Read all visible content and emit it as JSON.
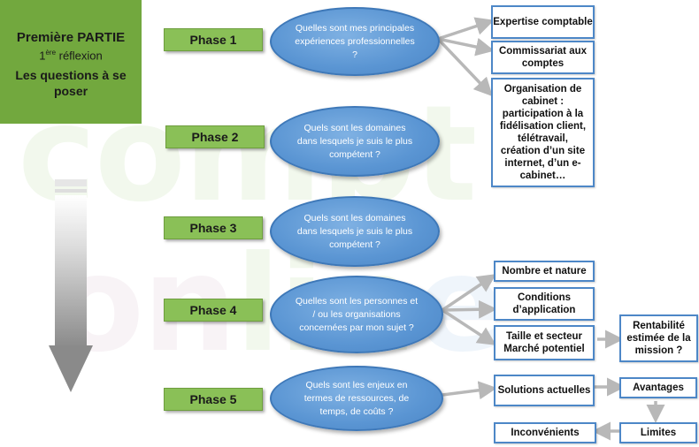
{
  "header": {
    "title": "Première PARTIE",
    "subtitle_num": "1",
    "subtitle_sup": "ère",
    "subtitle_rest": " réflexion",
    "questions": "Les questions à se poser"
  },
  "watermark": {
    "part_g": "compt",
    "part_p": "on",
    "part_l": "lin",
    "part_b": "e",
    "color": "#e8f4e0"
  },
  "phases": [
    {
      "label": "Phase 1",
      "question": "Quelles sont mes principales expériences professionnelles ?"
    },
    {
      "label": "Phase 2",
      "question": "Quels sont les domaines dans lesquels je suis le plus compétent ?"
    },
    {
      "label": "Phase 3",
      "question": "Quels sont les domaines dans lesquels je suis le plus compétent ?"
    },
    {
      "label": "Phase 4",
      "question": "Quelles sont les personnes et / ou les organisations concernées par mon sujet ?"
    },
    {
      "label": "Phase 5",
      "question": "Quels sont les enjeux en termes de ressources, de temps, de coûts ?"
    }
  ],
  "phase1_outcomes": [
    "Expertise comptable",
    "Commissariat aux comptes",
    "Organisation de cabinet : participation à la fidélisation client, télétravail, création d’un site internet, d’un e-cabinet…"
  ],
  "phase4_outcomes": [
    "Nombre et nature",
    "Conditions d’application",
    "Taille et secteur Marché potentiel",
    "Rentabilité estimée de la mission ?"
  ],
  "phase5_outcomes": [
    "Solutions actuelles",
    "Avantages",
    "Limites",
    "Inconvénients"
  ],
  "colors": {
    "green": "#8ac057",
    "blue": "#5a95d3",
    "border_blue": "#4d87c7",
    "arrow_gray": "#b0b0b0"
  }
}
